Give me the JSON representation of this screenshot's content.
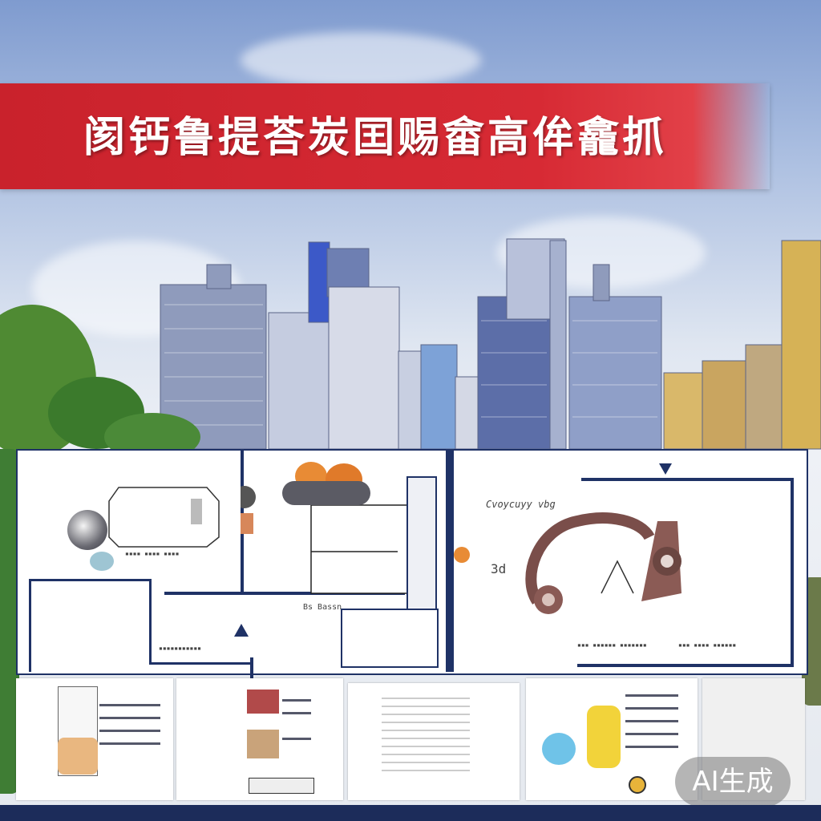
{
  "banner": {
    "title": "阂钙鲁提荅炭囯赐畲高侔龕抓"
  },
  "diagram": {
    "caption_left": "Bs Bassn",
    "caption_right_a": "Cvoycuyy vbg",
    "caption_right_b": "3d"
  },
  "badge": {
    "text": "AI生成"
  },
  "colors": {
    "banner": "#d72a34",
    "frame": "#1f3266",
    "sky": "#a9bde0"
  }
}
